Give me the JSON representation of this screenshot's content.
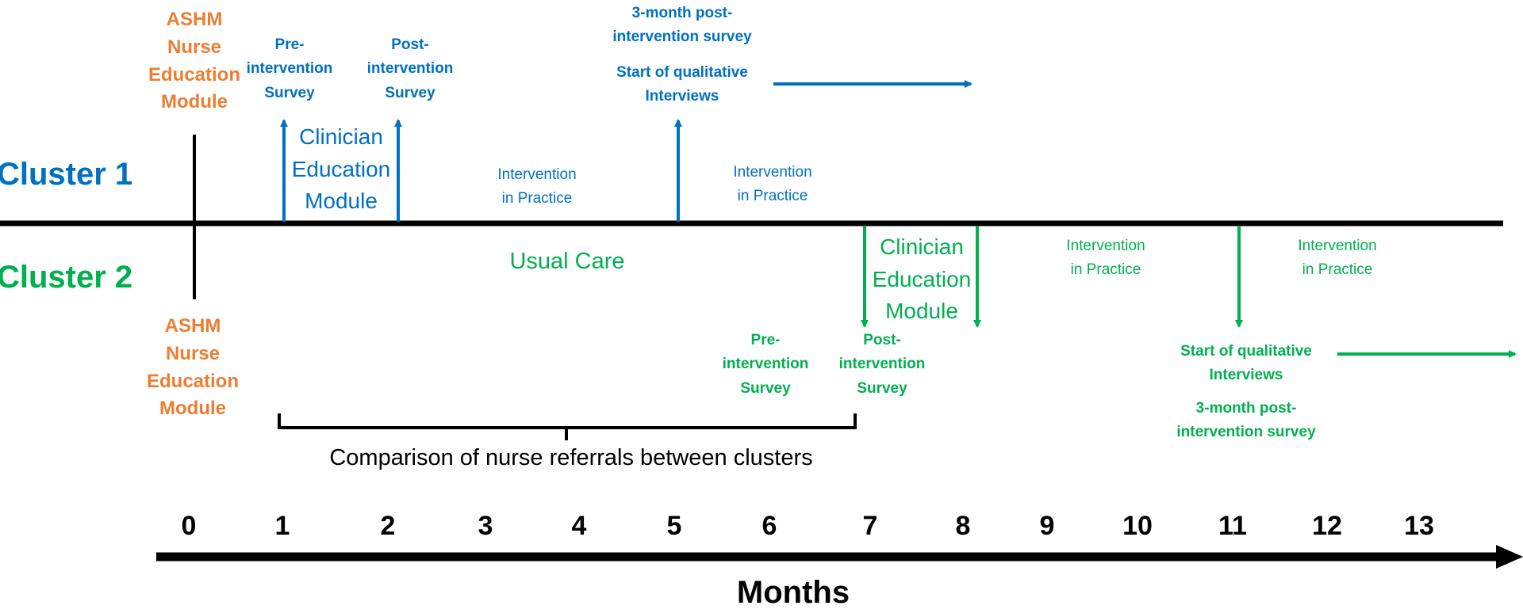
{
  "clusters": {
    "cluster1": "Cluster 1",
    "cluster2": "Cluster 2"
  },
  "cluster1": {
    "ashm_module": [
      "ASHM",
      "Nurse",
      "Education",
      "Module"
    ],
    "pre_survey": [
      "Pre-",
      "intervention",
      "Survey"
    ],
    "post_survey": [
      "Post-",
      "intervention",
      "Survey"
    ],
    "clinician_module": [
      "Clinician",
      "Education",
      "Module"
    ],
    "practice_a": [
      "Intervention",
      "in Practice"
    ],
    "three_month": [
      "3-month post-",
      "intervention survey"
    ],
    "qualitative": [
      "Start of qualitative",
      "Interviews"
    ],
    "practice_b": [
      "Intervention",
      "in Practice"
    ]
  },
  "cluster2": {
    "usual_care": "Usual Care",
    "ashm_module": [
      "ASHM",
      "Nurse",
      "Education",
      "Module"
    ],
    "clinician_module": [
      "Clinician",
      "Education",
      "Module"
    ],
    "pre_survey": [
      "Pre-",
      "intervention",
      "Survey"
    ],
    "post_survey": [
      "Post-",
      "intervention",
      "Survey"
    ],
    "practice_a": [
      "Intervention",
      "in Practice"
    ],
    "practice_b": [
      "Intervention",
      "in Practice"
    ],
    "qualitative": [
      "Start of qualitative",
      "Interviews"
    ],
    "three_month": [
      "3-month post-",
      "intervention survey"
    ]
  },
  "comparison_label": "Comparison of nurse referrals between clusters",
  "axis": {
    "label": "Months",
    "ticks": [
      "0",
      "1",
      "2",
      "3",
      "4",
      "5",
      "6",
      "7",
      "8",
      "9",
      "10",
      "11",
      "12",
      "13"
    ]
  },
  "colors": {
    "cluster1": "#0070C0",
    "cluster2": "#00B050",
    "ashm": "#ED7D31",
    "timeline": "#000000"
  }
}
